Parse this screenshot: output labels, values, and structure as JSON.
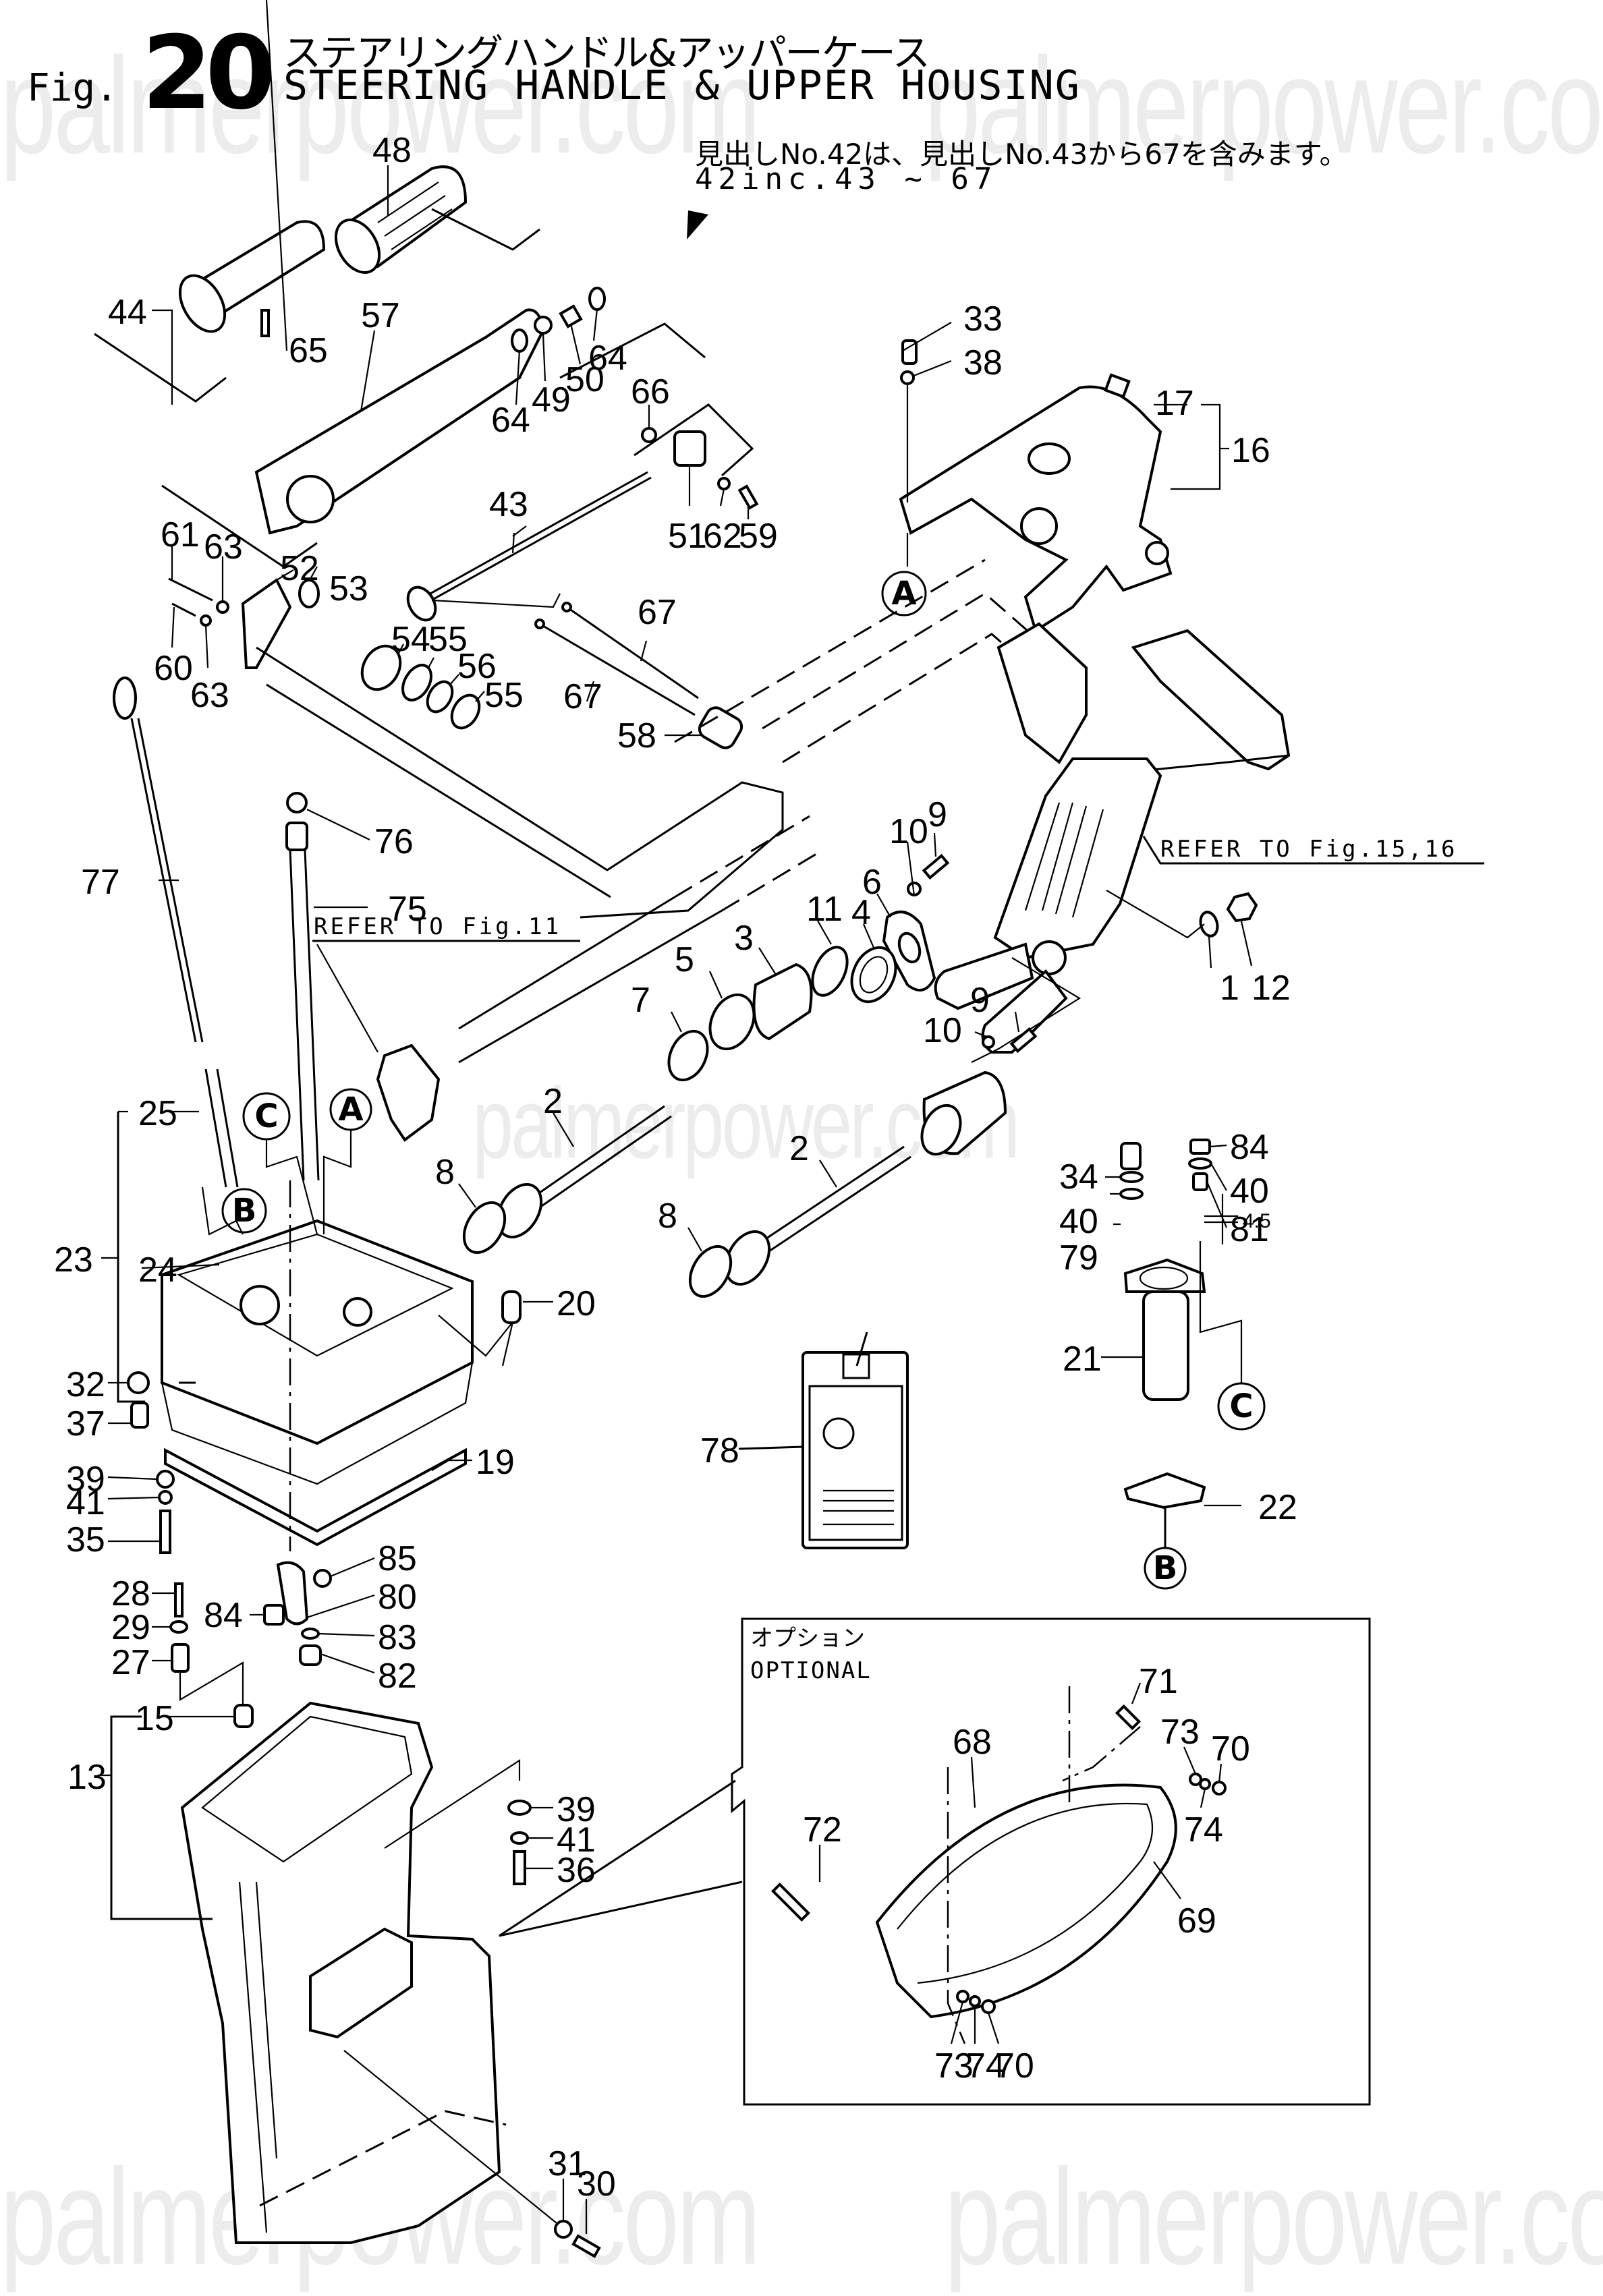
{
  "watermark": "palmerpower.com",
  "header": {
    "fig_prefix": "Fig.",
    "fig_number": "20",
    "title_jp": "ステアリングハンドル&アッパーケース",
    "title_en": "STEERING HANDLE & UPPER HOUSING",
    "note_jp": "見出しNo.42は、見出しNo.43から67を含みます。",
    "note_en": "42inc.43 ~ 67"
  },
  "references": {
    "fig15_16": "REFER TO Fig.15,16",
    "fig11": "REFER TO Fig.11"
  },
  "optional_box": {
    "label_jp": "オプション",
    "label_en": "OPTIONAL"
  },
  "dimension": "4.5",
  "reference_markers": [
    "A",
    "B",
    "C"
  ],
  "callouts": {
    "c48": "48",
    "c44": "44",
    "c65": "65",
    "c57": "57",
    "c64a": "64",
    "c64b": "64",
    "c49": "49",
    "c50": "50",
    "c66": "66",
    "c51": "51",
    "c62": "62",
    "c59": "59",
    "c43": "43",
    "c61": "61",
    "c63a": "63",
    "c63b": "63",
    "c60": "60",
    "c52": "52",
    "c53": "53",
    "c54": "54",
    "c55a": "55",
    "c56": "56",
    "c55b": "55",
    "c67a": "67",
    "c67b": "67",
    "c58": "58",
    "c33": "33",
    "c38": "38",
    "c17": "17",
    "c16": "16",
    "c10a": "10",
    "c9a": "9",
    "c6": "6",
    "c1": "1",
    "c12": "12",
    "c11": "11",
    "c4": "4",
    "c3": "3",
    "c5": "5",
    "c7": "7",
    "c9b": "9",
    "c10b": "10",
    "c2a": "2",
    "c2b": "2",
    "c8a": "8",
    "c8b": "8",
    "c77": "77",
    "c76": "76",
    "c75": "75",
    "c25": "25",
    "c23": "23",
    "c24": "24",
    "c20": "20",
    "c32": "32",
    "c37": "37",
    "c39a": "39",
    "c41a": "41",
    "c35": "35",
    "c19": "19",
    "c34": "34",
    "c84a": "84",
    "c40a": "40",
    "c40b": "40",
    "c81": "81",
    "c79": "79",
    "c21": "21",
    "c22": "22",
    "c78": "78",
    "c85": "85",
    "c80": "80",
    "c84b": "84",
    "c83": "83",
    "c82": "82",
    "c28": "28",
    "c29": "29",
    "c27": "27",
    "c15": "15",
    "c13": "13",
    "c39b": "39",
    "c41b": "41",
    "c36": "36",
    "c31": "31",
    "c30": "30",
    "c71": "71",
    "c68": "68",
    "c73a": "73",
    "c70a": "70",
    "c72": "72",
    "c74a": "74",
    "c69": "69",
    "c73b": "73",
    "c74b": "74",
    "c70b": "70"
  }
}
